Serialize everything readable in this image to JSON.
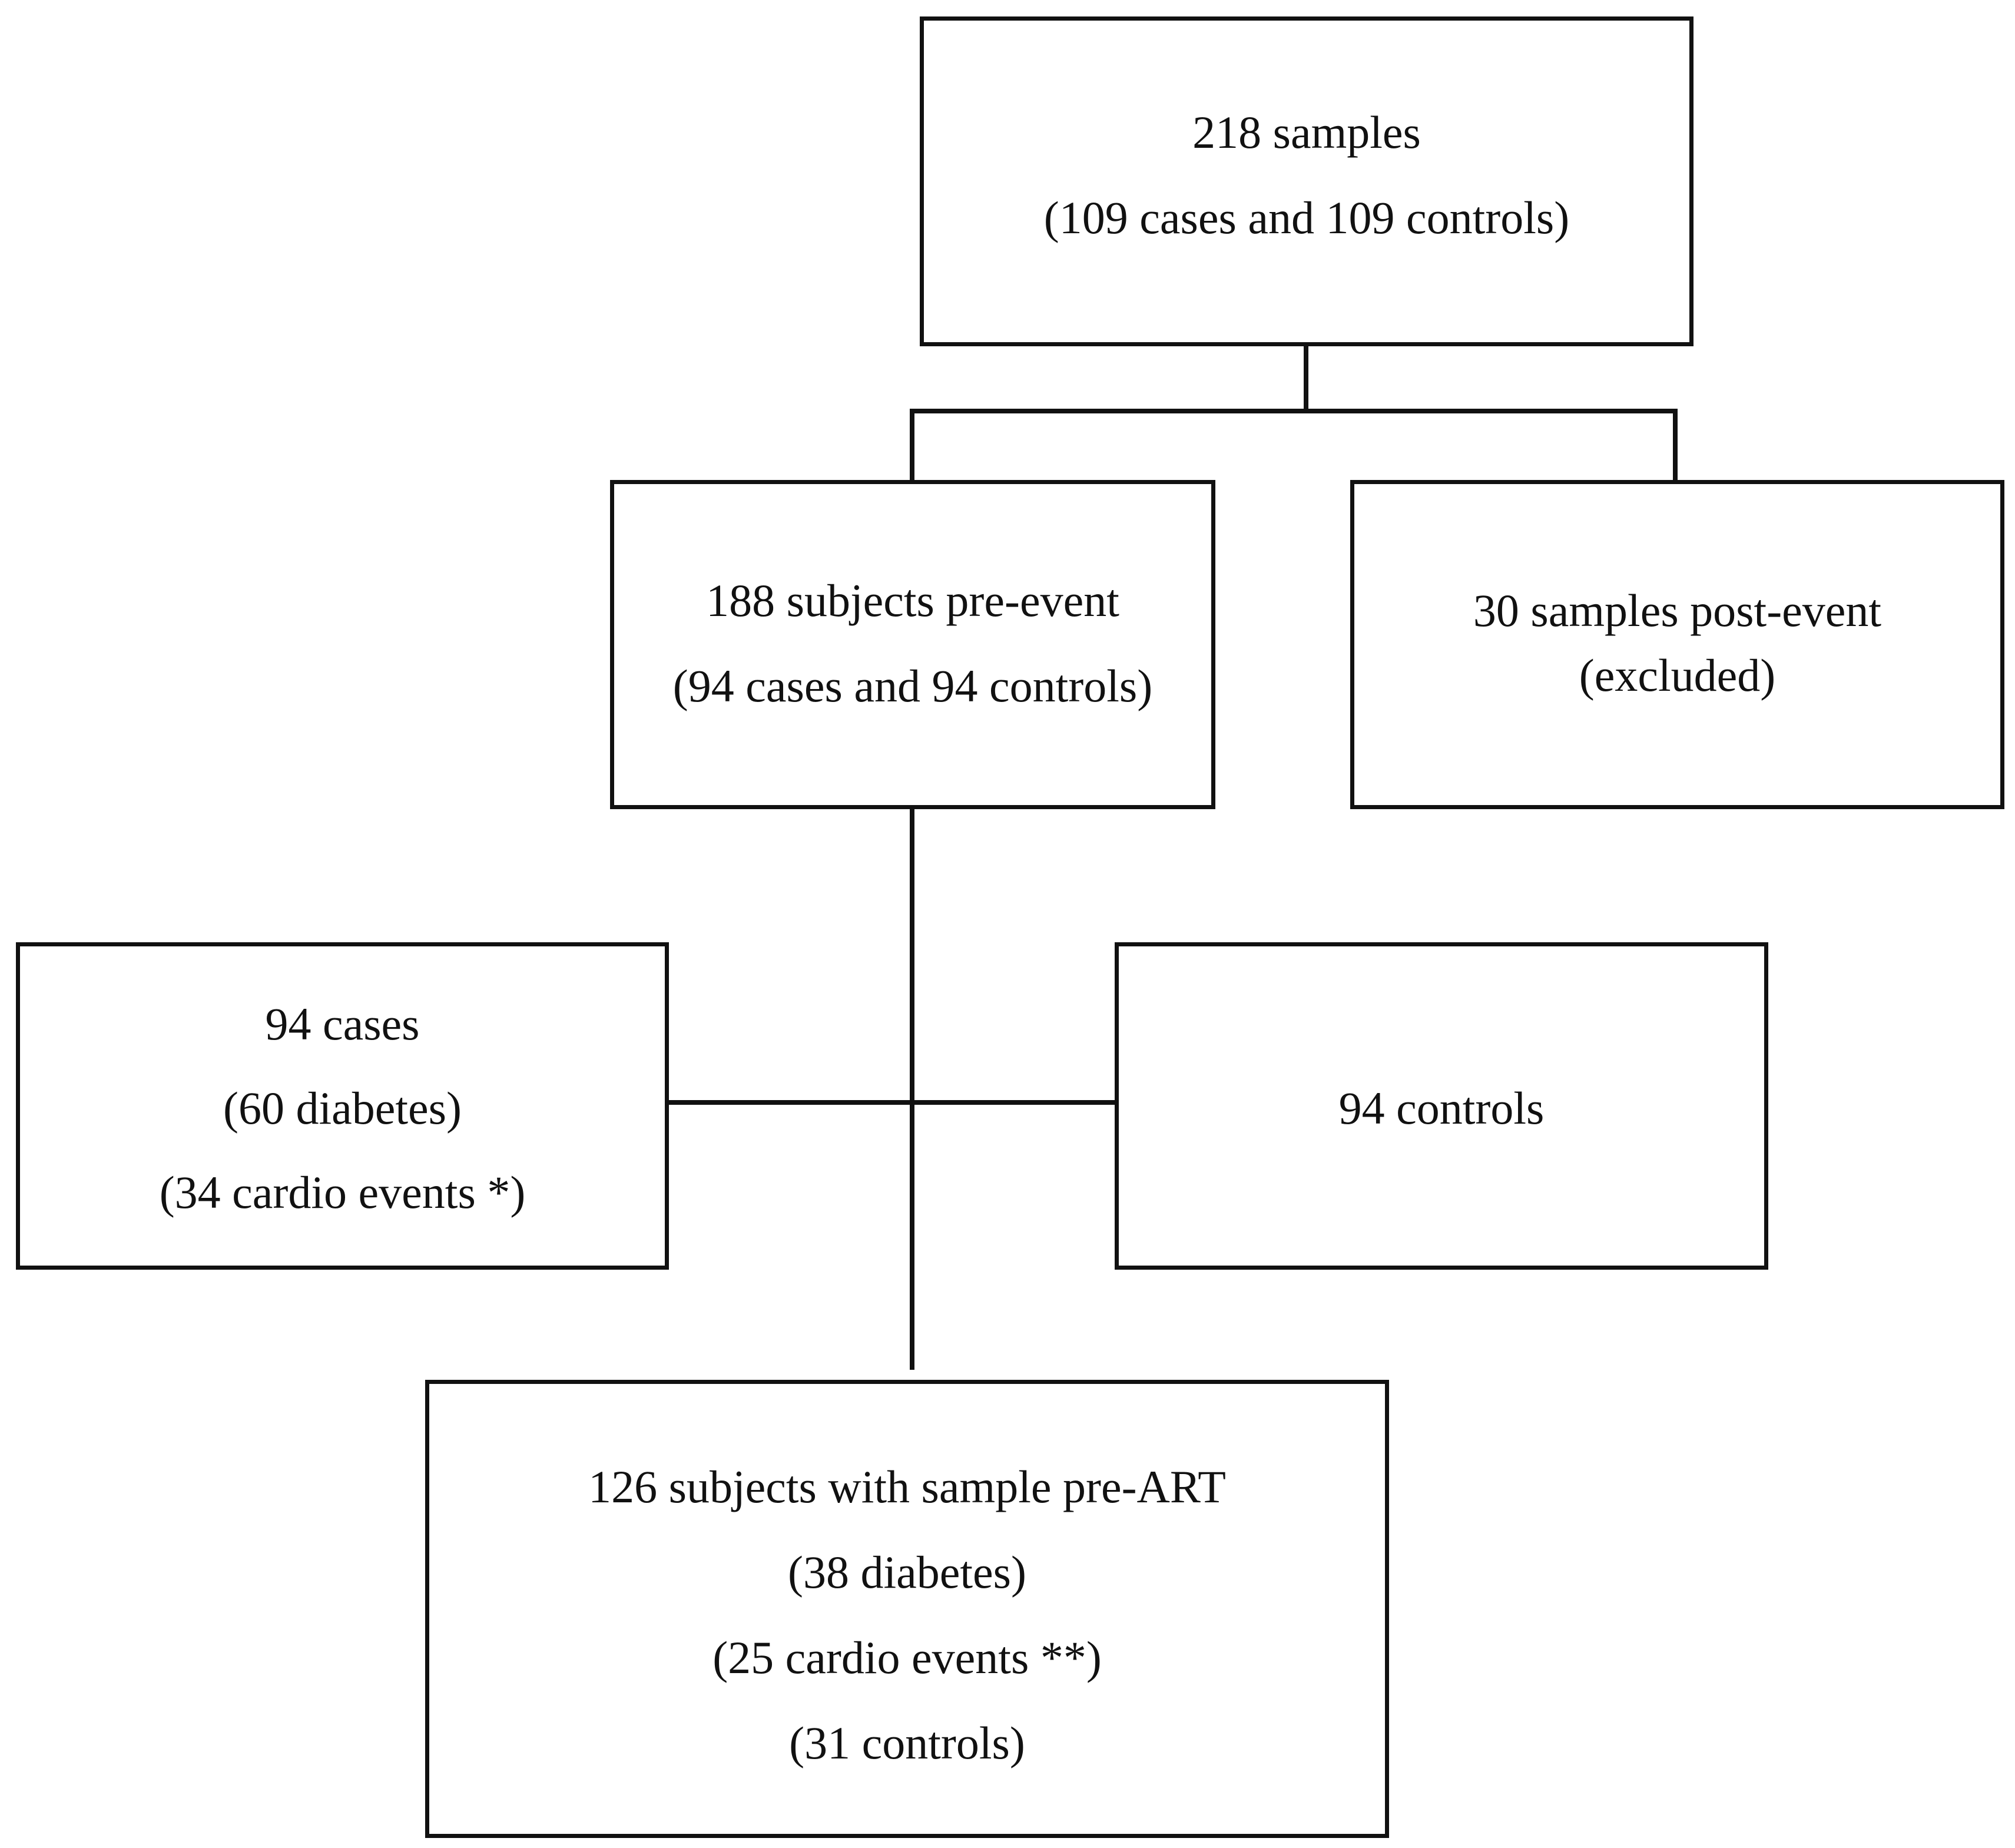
{
  "flowchart": {
    "root": {
      "line1": "218 samples",
      "line2": "(109 cases and 109 controls)"
    },
    "pre_event": {
      "line1": "188 subjects pre-event",
      "line2": "(94 cases and 94 controls)"
    },
    "post_event": {
      "line1": "30 samples post-event",
      "line2": "(excluded)"
    },
    "cases": {
      "line1": "94 cases",
      "line2": "(60 diabetes)",
      "line3": "(34 cardio events *)"
    },
    "controls": {
      "line1": "94 controls"
    },
    "pre_art": {
      "line1": "126 subjects with sample pre-ART",
      "line2": "(38 diabetes)",
      "line3": "(25 cardio events **)",
      "line4": "(31 controls)"
    }
  },
  "colors": {
    "stroke": "#111111",
    "background": "#ffffff",
    "text": "#111111"
  }
}
